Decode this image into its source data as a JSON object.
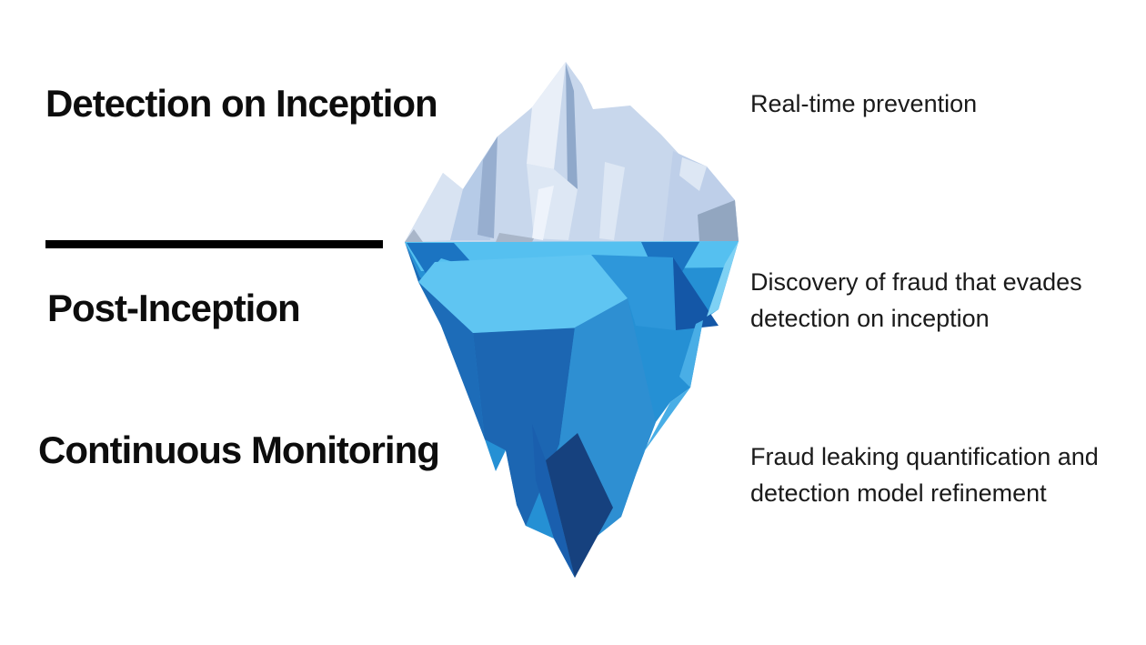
{
  "diagram": {
    "rows": [
      {
        "heading": "Detection on Inception",
        "description": "Real-time prevention"
      },
      {
        "heading": "Post-Inception",
        "description": "Discovery of fraud that evades detection on inception"
      },
      {
        "heading": "Continuous Monitoring",
        "description": "Fraud leaking quantification and detection model refinement"
      }
    ],
    "icon": "iceberg-illustration",
    "colors": {
      "background": "#ffffff",
      "heading_text": "#0d0d0d",
      "description_text": "#1a1a1a",
      "divider": "#000000",
      "above_base": "#c8d7ec",
      "above_highlight": "#e9eff8",
      "above_pale": "#dde7f4",
      "above_bright": "#eef3fb",
      "above_left_face": "#d8e3f2",
      "above_inner": "#b6cbe7",
      "above_crevice": "#97aecf",
      "above_peak_crevice": "#8fa8ca",
      "above_bump": "#becfe9",
      "above_bump_hl": "#dde7f4",
      "above_gray_shadow": "#92a6c0",
      "above_feet_gray": "#a9b6c9",
      "below_base": "#2590d4",
      "waterline_band": "#55c0f0",
      "zigzag_dark": "#1b74c2",
      "light_facet": "#5fc5f2",
      "left_edge_dark": "#1a6db9",
      "left_mid_dark": "#1d6cb8",
      "center_left_dark": "#1c66b2",
      "center_medium": "#2e8fd2",
      "diamond_navy": "#16417e",
      "diamond_band": "#1a5fae",
      "right_dark_triangle": "#1457a7",
      "right_light_strip": "#7ed1f4",
      "right_mid_strip": "#49aee6",
      "right_bright_mid": "#2e97da"
    }
  }
}
